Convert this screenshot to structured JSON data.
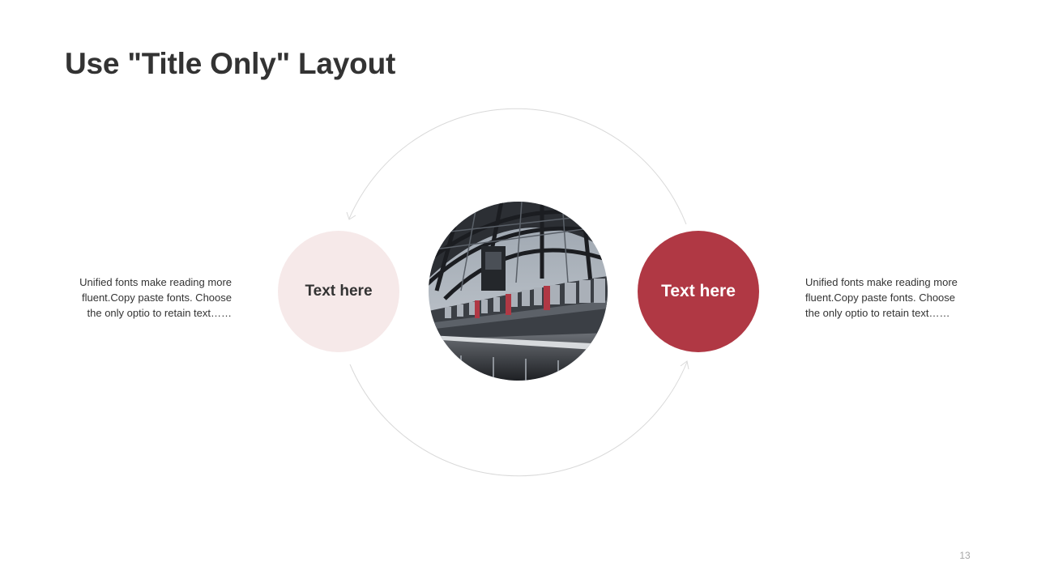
{
  "slide": {
    "title": "Use \"Title Only\" Layout",
    "page_number": "13"
  },
  "left": {
    "circle_label": "Text here",
    "body": "Unified fonts make reading more fluent.Copy paste fonts. Choose the only optio to retain text……"
  },
  "right": {
    "circle_label": "Text here",
    "body": "Unified fonts make reading more fluent.Copy paste fonts. Choose the only optio to retain text……"
  },
  "colors": {
    "accent": "#b03844",
    "accent_light": "#f6e9e9",
    "text": "#333333",
    "arc": "#d9d9d9"
  },
  "photo": {
    "icon": "train-station-photo"
  }
}
